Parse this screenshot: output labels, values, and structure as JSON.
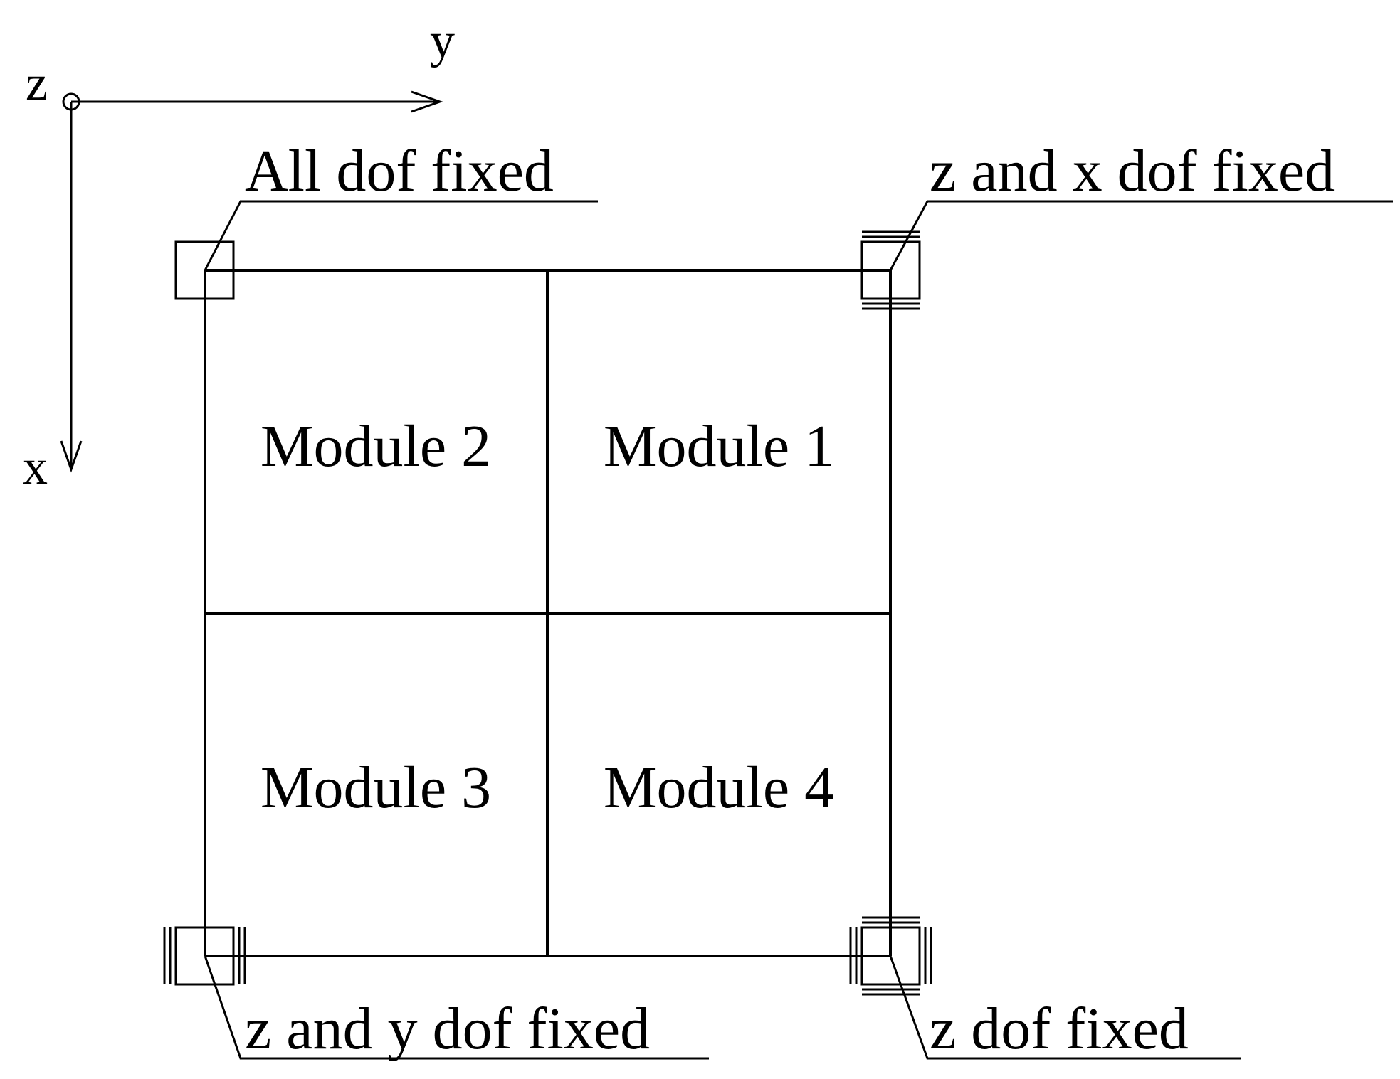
{
  "axes": {
    "z_label": "z",
    "y_label": "y",
    "x_label": "x"
  },
  "modules": [
    {
      "label": "Module 2"
    },
    {
      "label": "Module 1"
    },
    {
      "label": "Module 3"
    },
    {
      "label": "Module 4"
    }
  ],
  "supports": {
    "top_left": "All dof fixed",
    "top_right": "z and x dof fixed",
    "bottom_left": "z and y dof fixed",
    "bottom_right": "z dof fixed"
  }
}
